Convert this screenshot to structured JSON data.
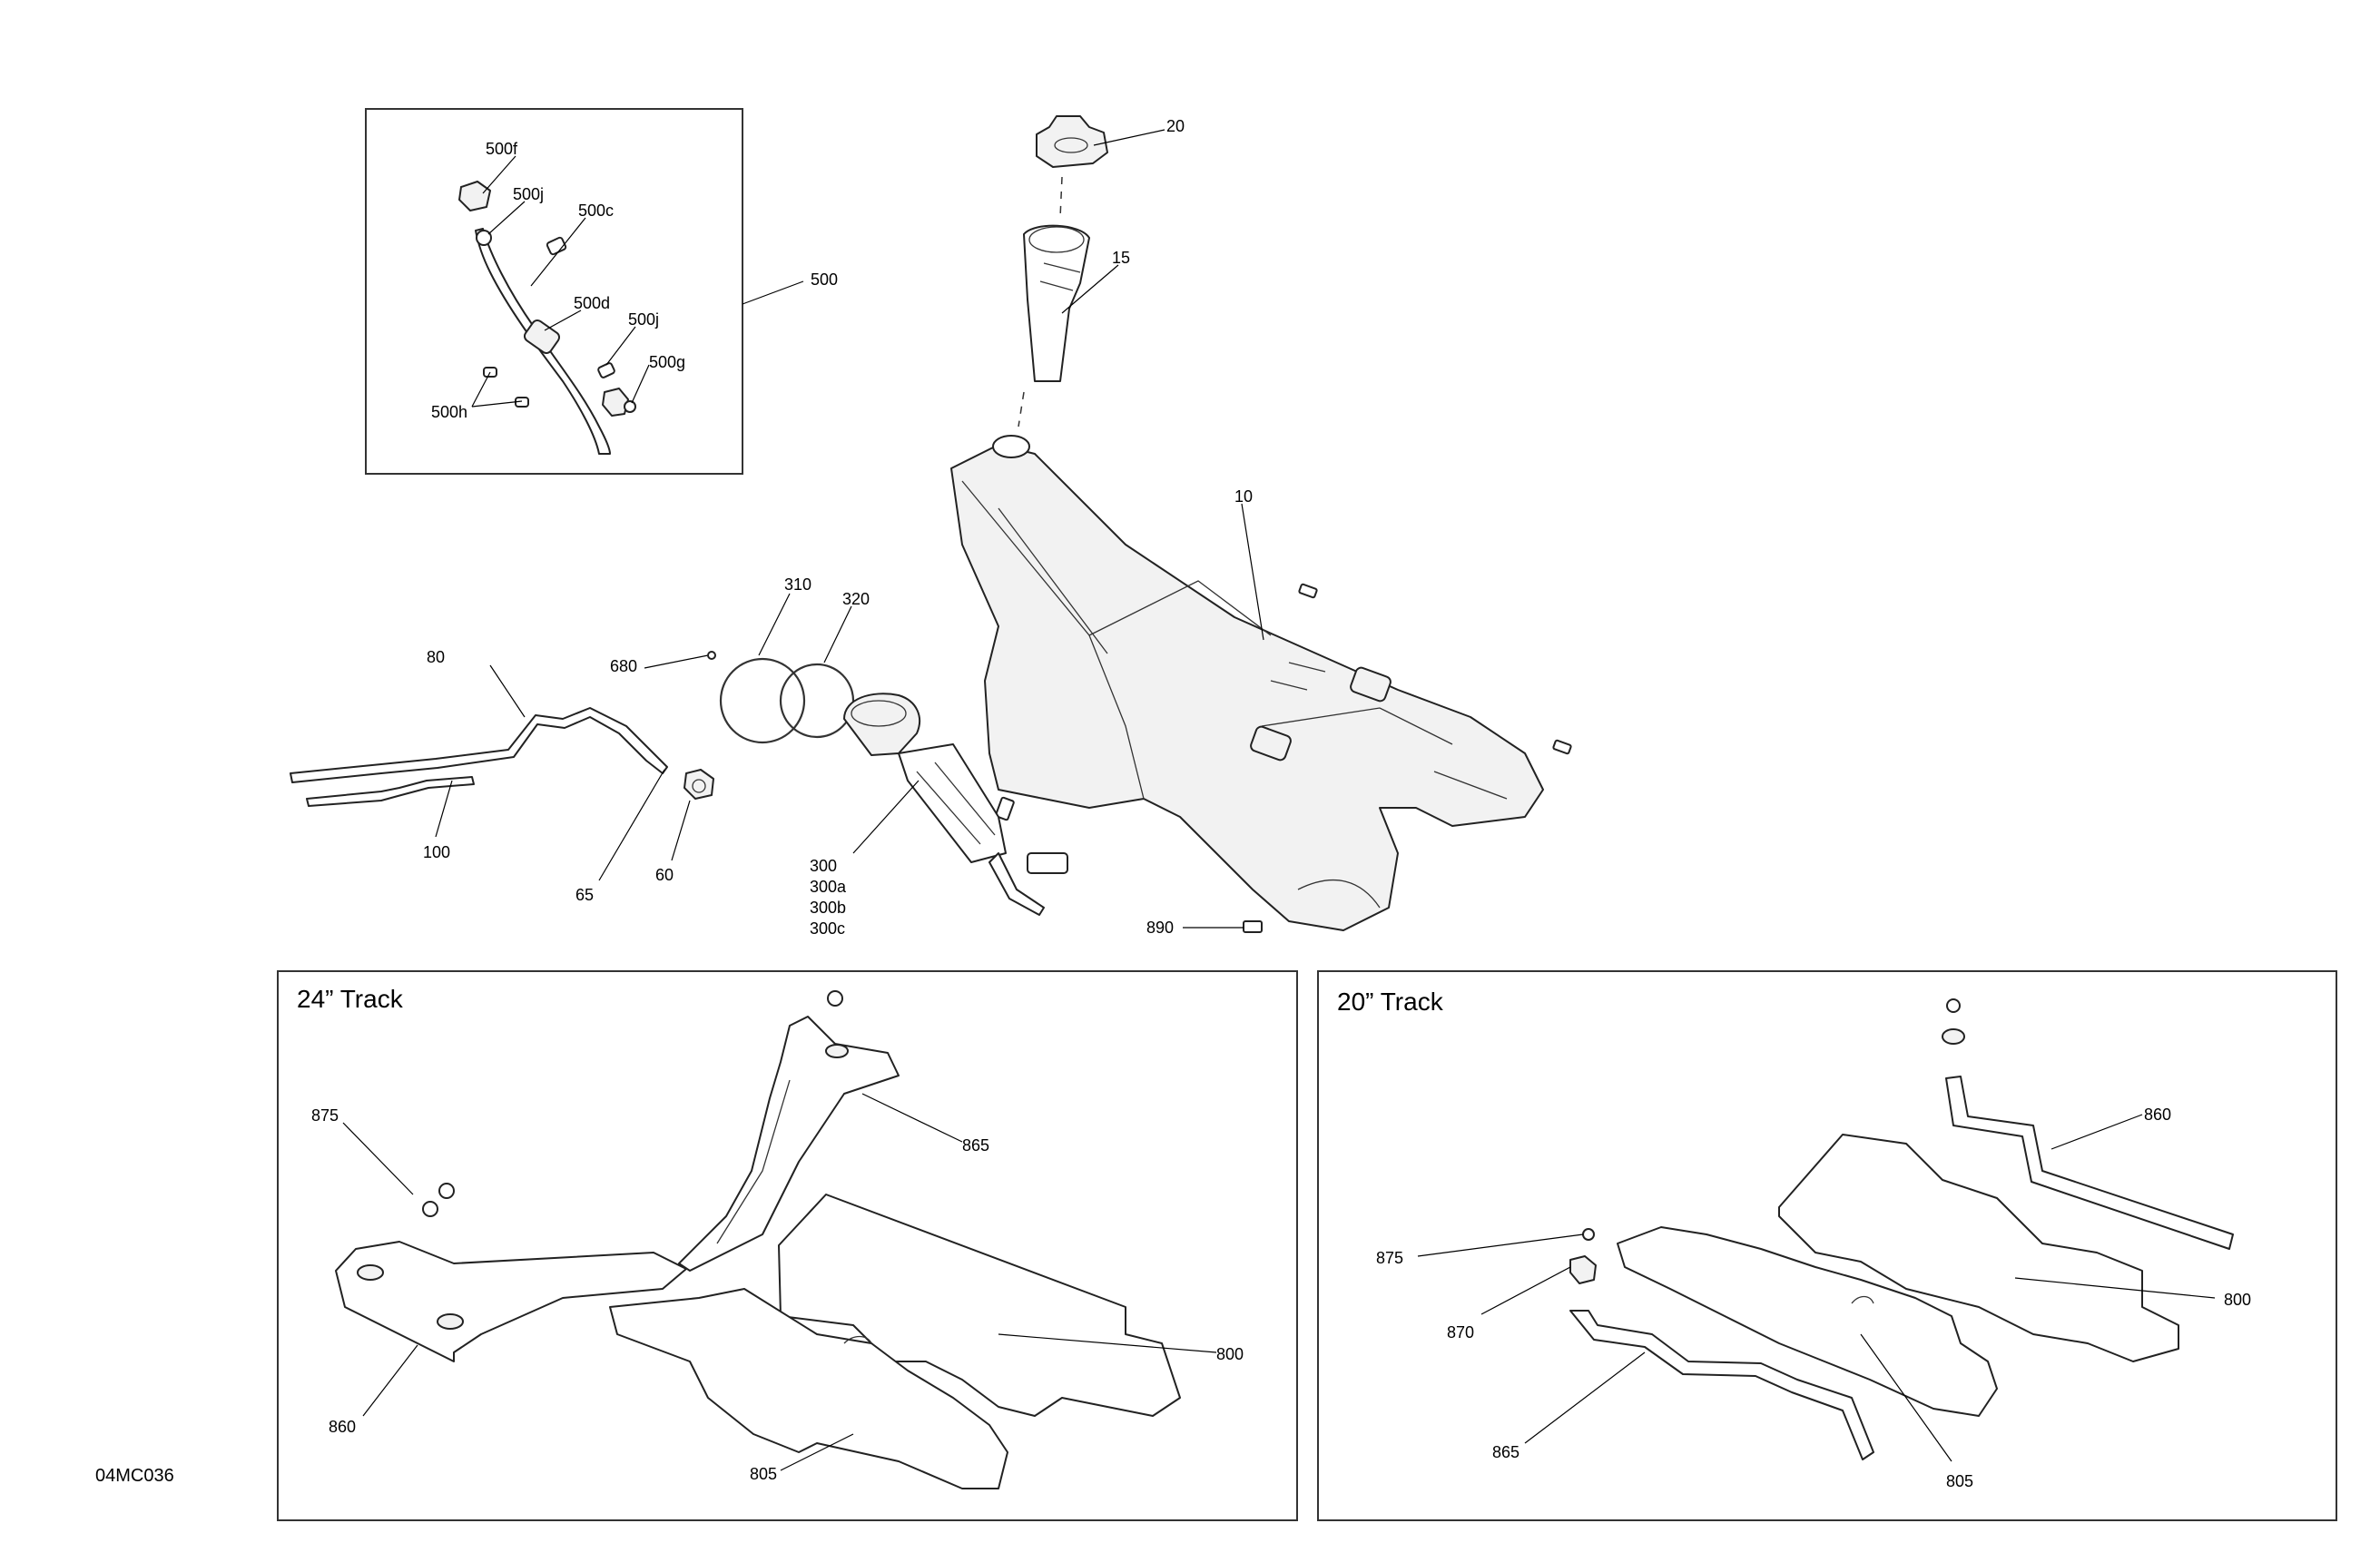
{
  "drawing_ref": "04MC036",
  "panels": {
    "track24": {
      "title": "24” Track"
    },
    "track20": {
      "title": "20” Track"
    }
  },
  "labels": {
    "p20": "20",
    "p15": "15",
    "p10": "10",
    "p500": "500",
    "p500f": "500f",
    "p500j_a": "500j",
    "p500c": "500c",
    "p500d": "500d",
    "p500j_b": "500j",
    "p500g": "500g",
    "p500h": "500h",
    "p310": "310",
    "p320": "320",
    "p680": "680",
    "p80": "80",
    "p100": "100",
    "p65": "65",
    "p60": "60",
    "p300": "300",
    "p300a": "300a",
    "p300b": "300b",
    "p300c": "300c",
    "p890": "890",
    "t24_875": "875",
    "t24_865": "865",
    "t24_860": "860",
    "t24_800": "800",
    "t24_805": "805",
    "t20_860": "860",
    "t20_875": "875",
    "t20_870": "870",
    "t20_800": "800",
    "t20_865": "865",
    "t20_805": "805"
  }
}
